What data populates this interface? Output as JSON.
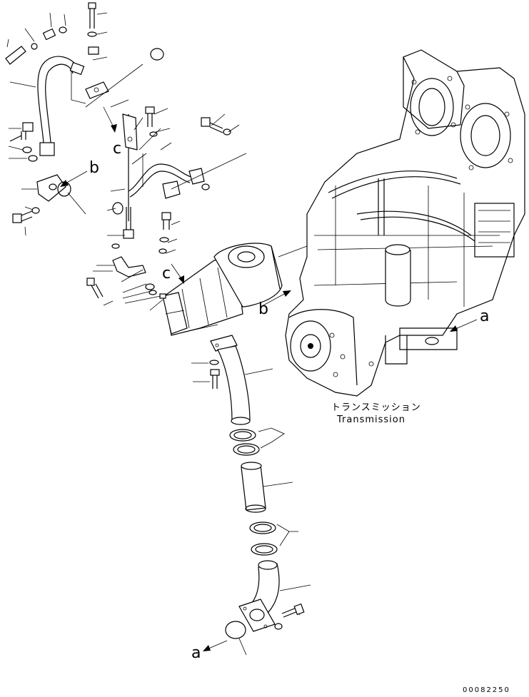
{
  "labels": {
    "transmission_jp": "トランスミッション",
    "transmission_en": "Transmission",
    "ref_a": "a",
    "ref_b": "b",
    "ref_c": "c",
    "drawing_no": "00082250"
  }
}
